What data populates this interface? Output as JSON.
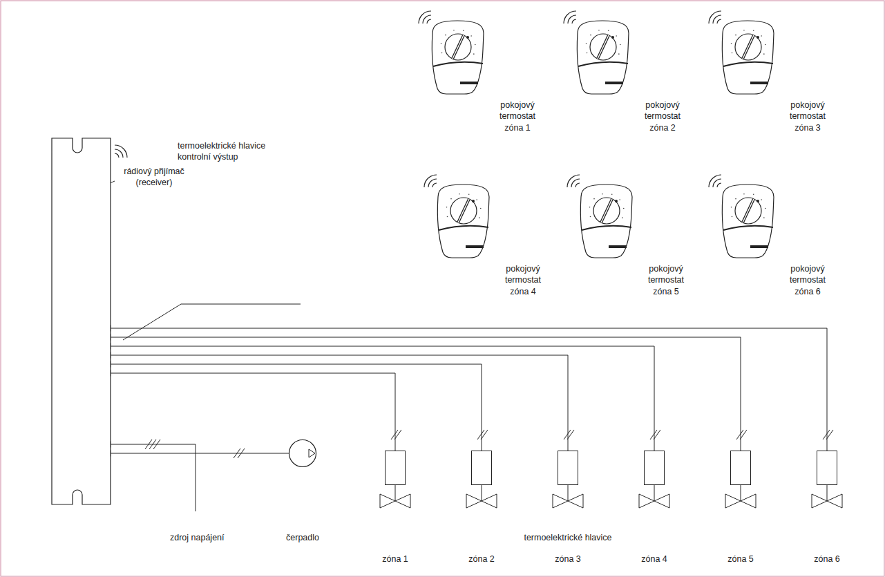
{
  "diagram": {
    "nodes": [
      {
        "text": [
          "rádiový přijímač (receiver)"
        ]
      },
      {
        "text": [
          "pokojový termostat zóna 1"
        ]
      },
      {
        "text": [
          "pokojový termostat zóna 2"
        ]
      },
      {
        "text": [
          "pokojový termostat zóna 3"
        ]
      },
      {
        "text": [
          "pokojový termostat zóna 4"
        ]
      },
      {
        "text": [
          "pokojový termostat zóna 5"
        ]
      },
      {
        "text": [
          "pokojový termostat zóna 6"
        ]
      },
      {
        "text": [
          "zóna 1"
        ]
      },
      {
        "text": [
          "zóna 2"
        ]
      },
      {
        "text": [
          "zóna 3"
        ]
      },
      {
        "text": [
          "zóna 4"
        ]
      },
      {
        "text": [
          "zóna 5"
        ]
      },
      {
        "text": [
          "zóna 6"
        ]
      },
      {
        "text": [
          "čerpadlo"
        ]
      }
    ],
    "edges": [
      {
        "from": 0,
        "to": 7,
        "arrow": "none"
      },
      {
        "from": 0,
        "to": 8,
        "arrow": "none"
      },
      {
        "from": 0,
        "to": 9,
        "arrow": "none"
      },
      {
        "from": 0,
        "to": 10,
        "arrow": "none"
      },
      {
        "from": 0,
        "to": 11,
        "arrow": "none"
      },
      {
        "from": 0,
        "to": 12,
        "arrow": "none"
      },
      {
        "from": 0,
        "to": 13,
        "arrow": "none"
      }
    ],
    "labels": [
      "termoelektrické hlavice kontrolní výstup",
      "zdroj napájení",
      "termoelektrické hlavice"
    ]
  }
}
